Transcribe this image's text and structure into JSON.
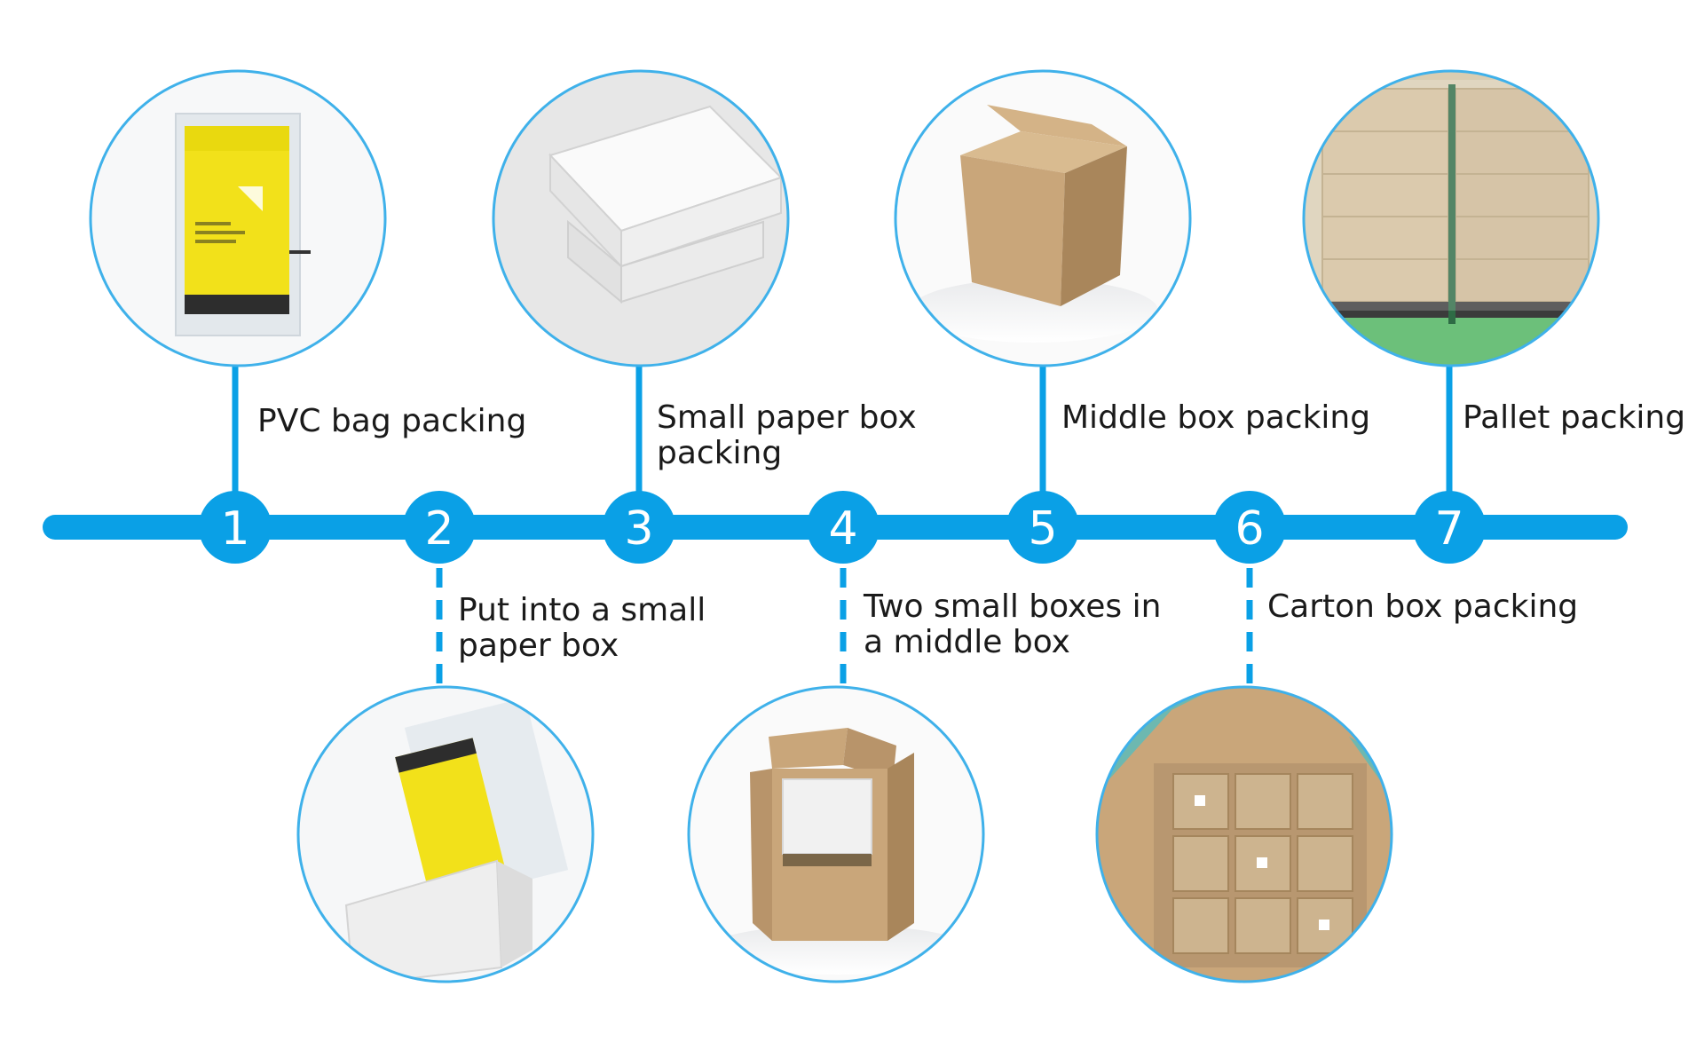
{
  "theme": {
    "accent": "#0aa0e6",
    "ring": "#3fb1ea",
    "text": "#1a1a1a",
    "kraft": "#c9a67a",
    "kraft_dark": "#a9865b",
    "white_box": "#f1f1f1",
    "battery_yellow": "#f2e11a",
    "pvc_bag": "#e6ebef",
    "pallet_green": "#6cc07a"
  },
  "steps": [
    {
      "number": "1",
      "label": "PVC bag packing",
      "image": "pvc-bag-battery-photo",
      "position": "above"
    },
    {
      "number": "2",
      "label": "Put into a small\npaper box",
      "image": "battery-in-paper-box-photo",
      "position": "below"
    },
    {
      "number": "3",
      "label": "Small paper box\npacking",
      "image": "small-white-boxes-photo",
      "position": "above"
    },
    {
      "number": "4",
      "label": "Two small boxes in\na middle box",
      "image": "open-middle-box-photo",
      "position": "below"
    },
    {
      "number": "5",
      "label": "Middle box packing",
      "image": "kraft-middle-box-photo",
      "position": "above"
    },
    {
      "number": "6",
      "label": "Carton box packing",
      "image": "carton-with-boxes-photo",
      "position": "below"
    },
    {
      "number": "7",
      "label": "Pallet packing",
      "image": "wrapped-pallet-photo",
      "position": "above"
    }
  ]
}
